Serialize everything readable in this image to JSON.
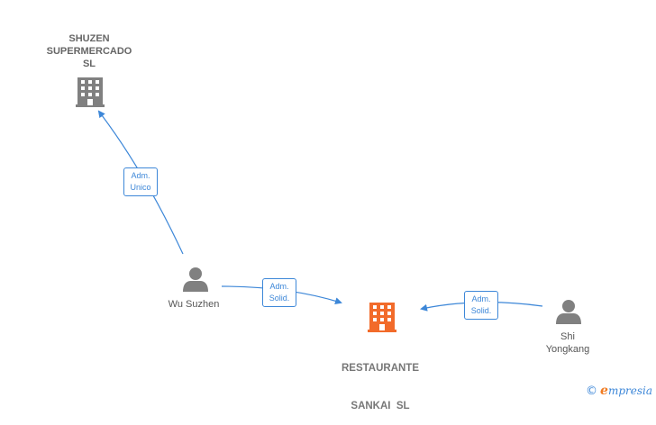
{
  "nodes": {
    "shuzen": {
      "line1": "SHUZEN",
      "line2": "SUPERMERCADO",
      "line3": "SL"
    },
    "wu": {
      "name": "Wu Suzhen"
    },
    "restaurante": {
      "line1": "RESTAURANTE",
      "line2": "SANKAI  SL"
    },
    "shi": {
      "line1": "Shi",
      "line2": "Yongkang"
    }
  },
  "edges": {
    "wu_to_shuzen": {
      "line1": "Adm.",
      "line2": "Unico"
    },
    "wu_to_restaurante": {
      "line1": "Adm.",
      "line2": "Solid."
    },
    "shi_to_restaurante": {
      "line1": "Adm.",
      "line2": "Solid."
    }
  },
  "brand": {
    "copyright": "©",
    "initial": "e",
    "rest": "mpresia"
  },
  "colors": {
    "edge": "#3d87d8",
    "company": "#808080",
    "focus_company": "#f26b2a",
    "person": "#808080"
  }
}
